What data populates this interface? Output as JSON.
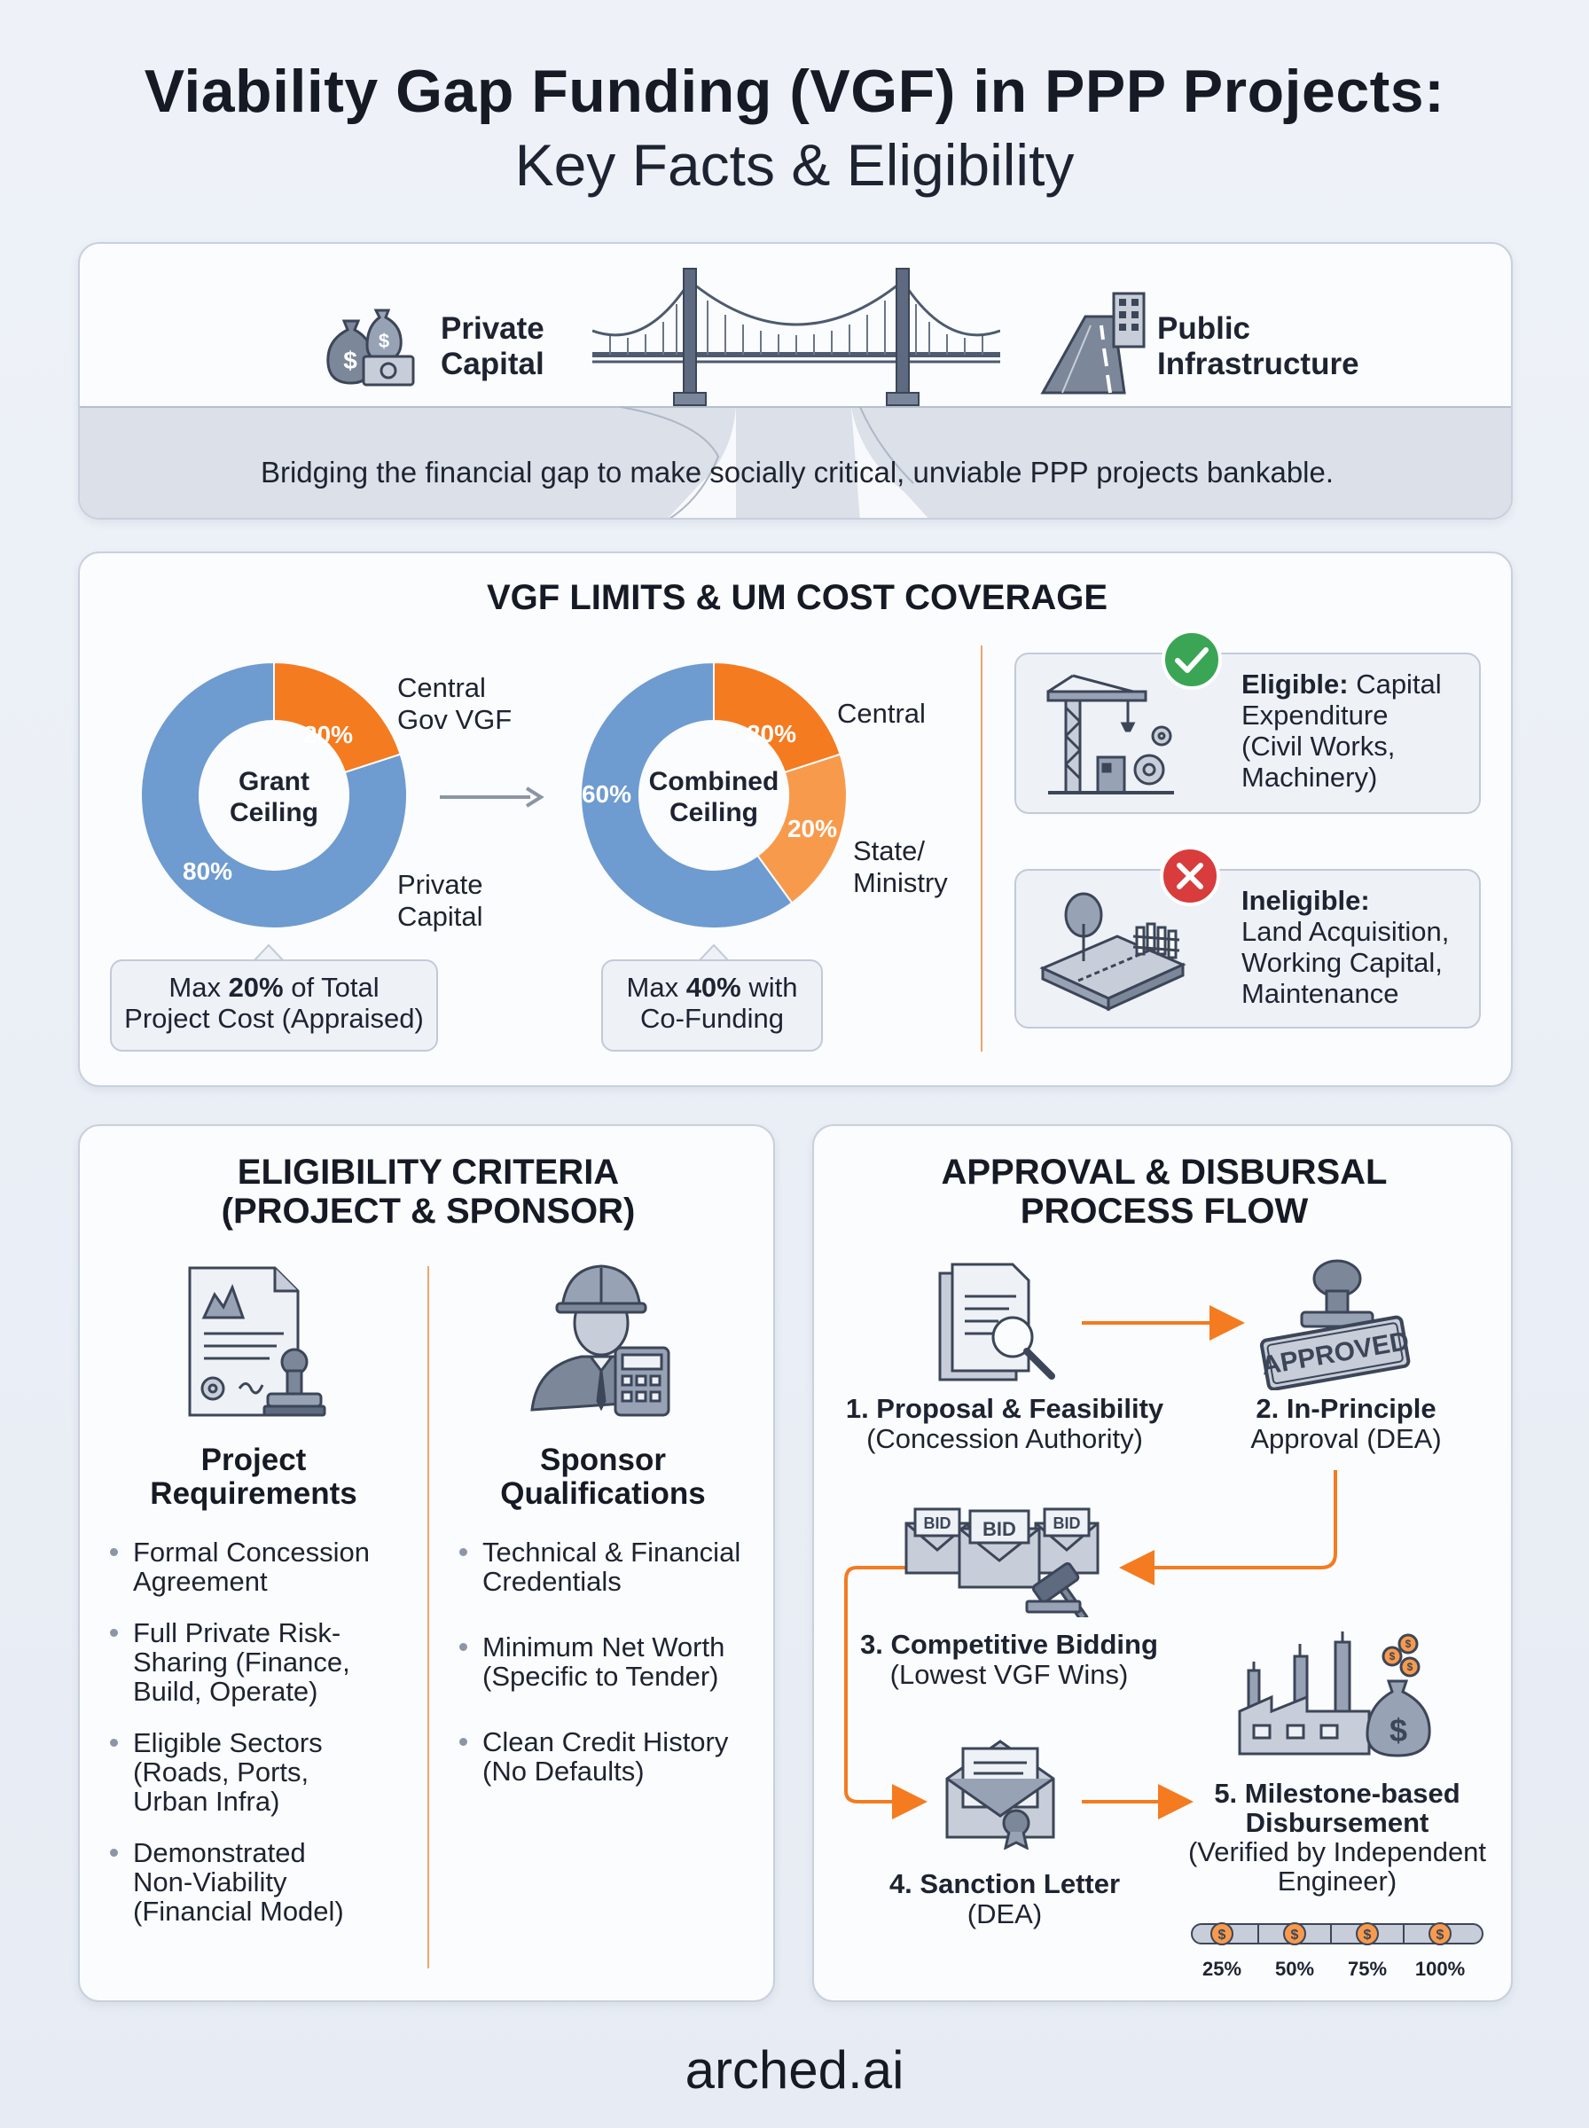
{
  "title": "Viability Gap Funding (VGF) in PPP Projects:",
  "subtitle": "Key Facts & Eligibility",
  "hero": {
    "left_label": [
      "Private",
      "Capital"
    ],
    "right_label": [
      "Public",
      "Infrastructure"
    ],
    "tagline": "Bridging the financial gap to make socially critical, unviable PPP projects bankable."
  },
  "limits": {
    "title": "VGF LIMITS & UM COST COVERAGE",
    "donut1": {
      "center": [
        "Grant",
        "Ceiling"
      ],
      "slices": [
        {
          "pct_label": "20%",
          "value": 20,
          "color": "#f47b20",
          "label": [
            "Central",
            "Gov VGF"
          ]
        },
        {
          "pct_label": "80%",
          "value": 80,
          "color": "#6e9bd0",
          "label": [
            "Private",
            "Capital"
          ]
        }
      ],
      "note_pre": "Max ",
      "note_bold": "20%",
      "note_post": " of Total",
      "note_line2": "Project Cost (Appraised)"
    },
    "donut2": {
      "center": [
        "Combined",
        "Ceiling"
      ],
      "slices": [
        {
          "pct_label": "20%",
          "value": 20,
          "color": "#f47b20",
          "label": [
            "Central"
          ]
        },
        {
          "pct_label": "20%",
          "value": 20,
          "color": "#f89a4c",
          "label": [
            "State/",
            "Ministry"
          ]
        },
        {
          "pct_label": "60%",
          "value": 60,
          "color": "#6e9bd0",
          "label": []
        }
      ],
      "note_pre": "Max ",
      "note_bold": "40%",
      "note_post": " with",
      "note_line2": "Co-Funding"
    },
    "eligible": {
      "head": "Eligible:",
      "text": [
        " Capital",
        "Expenditure",
        "(Civil Works,",
        "Machinery)"
      ]
    },
    "ineligible": {
      "head": "Ineligible:",
      "text": [
        "Land Acquisition,",
        "Working Capital,",
        "Maintenance"
      ]
    }
  },
  "criteria": {
    "title": [
      "ELIGIBILITY CRITERIA",
      "(PROJECT & SPONSOR)"
    ],
    "project": {
      "heading": [
        "Project",
        "Requirements"
      ],
      "items": [
        [
          "Formal Concession",
          "Agreement"
        ],
        [
          "Full Private Risk-",
          "Sharing (Finance,",
          "Build, Operate)"
        ],
        [
          "Eligible Sectors",
          "(Roads, Ports,",
          "Urban Infra)"
        ],
        [
          "Demonstrated",
          "Non-Viability",
          "(Financial Model)"
        ]
      ]
    },
    "sponsor": {
      "heading": [
        "Sponsor",
        "Qualifications"
      ],
      "items": [
        [
          "Technical & Financial",
          "Credentials"
        ],
        [
          "Minimum Net Worth",
          "(Specific to Tender)"
        ],
        [
          "Clean Credit History",
          "(No Defaults)"
        ]
      ]
    }
  },
  "process": {
    "title": [
      "APPROVAL & DISBURSAL",
      "PROCESS FLOW"
    ],
    "stamp_text": "APPROVED",
    "bid_text": "BID",
    "steps": [
      {
        "bold": "1. Proposal & Feasibility",
        "sub": [
          "(Concession Authority)"
        ]
      },
      {
        "bold": "2. In-Principle",
        "sub": [
          "Approval (DEA)"
        ]
      },
      {
        "bold": "3. Competitive Bidding",
        "sub": [
          "(Lowest VGF Wins)"
        ]
      },
      {
        "bold": "4. Sanction Letter",
        "sub": [
          "(DEA)"
        ]
      },
      {
        "bold": "5. Milestone-based",
        "sub": [
          "Disbursement",
          "(Verified by Independent",
          "Engineer)"
        ]
      }
    ],
    "milestones": [
      "25%",
      "50%",
      "75%",
      "100%"
    ],
    "coin_symbol": "$"
  },
  "footer": "arched.ai"
}
